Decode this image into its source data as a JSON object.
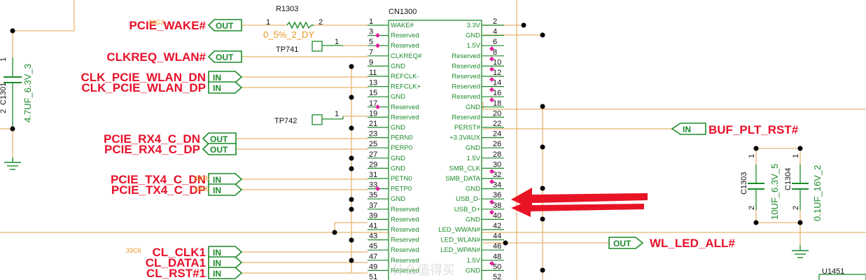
{
  "connector": {
    "ref": "CN1300",
    "left_pins": [
      {
        "num": "1",
        "name": "WAKE#"
      },
      {
        "num": "3",
        "name": "Reserved"
      },
      {
        "num": "5",
        "name": "Reserved"
      },
      {
        "num": "7",
        "name": "CLKREQ#"
      },
      {
        "num": "9",
        "name": "GND"
      },
      {
        "num": "11",
        "name": "REFCLK-"
      },
      {
        "num": "13",
        "name": "REFCLK+"
      },
      {
        "num": "15",
        "name": "GND"
      },
      {
        "num": "17",
        "name": "Reserved"
      },
      {
        "num": "19",
        "name": "Reserved"
      },
      {
        "num": "21",
        "name": "GND"
      },
      {
        "num": "23",
        "name": "PERN0"
      },
      {
        "num": "25",
        "name": "PERP0"
      },
      {
        "num": "27",
        "name": "GND"
      },
      {
        "num": "29",
        "name": "GND"
      },
      {
        "num": "31",
        "name": "PETN0"
      },
      {
        "num": "33",
        "name": "PETP0"
      },
      {
        "num": "35",
        "name": "GND"
      },
      {
        "num": "37",
        "name": "Reserved"
      },
      {
        "num": "39",
        "name": "Reserved"
      },
      {
        "num": "41",
        "name": "Reserved"
      },
      {
        "num": "43",
        "name": "Reserved"
      },
      {
        "num": "45",
        "name": "Reserved"
      },
      {
        "num": "47",
        "name": "Reserved"
      },
      {
        "num": "49",
        "name": "Reserved"
      },
      {
        "num": "51",
        "name": ""
      }
    ],
    "right_pins": [
      {
        "num": "2",
        "name": "3.3V"
      },
      {
        "num": "4",
        "name": "GND"
      },
      {
        "num": "6",
        "name": "1.5V"
      },
      {
        "num": "8",
        "name": "Reserved"
      },
      {
        "num": "10",
        "name": "Reserved"
      },
      {
        "num": "12",
        "name": "Reserved"
      },
      {
        "num": "14",
        "name": "Reserved"
      },
      {
        "num": "16",
        "name": "Reserved"
      },
      {
        "num": "18",
        "name": "GND"
      },
      {
        "num": "20",
        "name": "Reserved"
      },
      {
        "num": "22",
        "name": "PERST#"
      },
      {
        "num": "24",
        "name": "+3.3VAUX"
      },
      {
        "num": "26",
        "name": "GND"
      },
      {
        "num": "28",
        "name": "1.5V"
      },
      {
        "num": "30",
        "name": "SMB_CLK"
      },
      {
        "num": "32",
        "name": "SMB_DATA"
      },
      {
        "num": "34",
        "name": "GND"
      },
      {
        "num": "36",
        "name": "USB_D-"
      },
      {
        "num": "38",
        "name": "USB_D+"
      },
      {
        "num": "40",
        "name": "GND"
      },
      {
        "num": "42",
        "name": "LED_WWAN#"
      },
      {
        "num": "44",
        "name": "LED_WLAN#"
      },
      {
        "num": "46",
        "name": "LED_WPAN#"
      },
      {
        "num": "48",
        "name": "1.5V"
      },
      {
        "num": "50",
        "name": "GND"
      },
      {
        "num": "52",
        "name": ""
      }
    ]
  },
  "nets_left": [
    {
      "label": "PCIE_WAKE#",
      "dir": "OUT"
    },
    {
      "label": "CLKREQ_WLAN#",
      "dir": "OUT"
    },
    {
      "label": "CLK_PCIE_WLAN_DN",
      "dir": "IN"
    },
    {
      "label": "CLK_PCIE_WLAN_DP",
      "dir": "IN"
    },
    {
      "label": "PCIE_RX4_C_DN",
      "dir": "OUT"
    },
    {
      "label": "PCIE_RX4_C_DP",
      "dir": "OUT"
    },
    {
      "label": "PCIE_TX4_C_DN",
      "dir": "IN"
    },
    {
      "label": "PCIE_TX4_C_DP",
      "dir": "IN"
    },
    {
      "label": "CL_CLK1",
      "dir": "IN"
    },
    {
      "label": "CL_DATA1",
      "dir": "IN"
    },
    {
      "label": "CL_RST#1",
      "dir": "IN"
    }
  ],
  "nets_right": [
    {
      "label": "BUF_PLT_RST#",
      "dir": "IN"
    },
    {
      "label": "WL_LED_ALL#",
      "dir": "OUT"
    }
  ],
  "small_labels": {
    "wake": "34G3",
    "tx_dn": "33D6",
    "tx_dp": "33D6",
    "cl": "33C6"
  },
  "resistor": {
    "ref": "R1303",
    "value": "0_5%_2_DY",
    "pin1": "1",
    "pin2": "2"
  },
  "testpoints": [
    {
      "ref": "TP741",
      "pin": "1"
    },
    {
      "ref": "TP742",
      "pin": "1"
    }
  ],
  "caps": [
    {
      "ref": "C1301",
      "value": "4.7UF_6.3V_3",
      "pin1": "1",
      "pin2": "2"
    },
    {
      "ref": "C1303",
      "value": "10UF_6.3V_5",
      "pin1": "1",
      "pin2": "2"
    },
    {
      "ref": "C1304",
      "value": "0.1UF_16V_2",
      "pin1": "1",
      "pin2": "2"
    }
  ],
  "ic": {
    "ref": "U1451"
  },
  "watermark": "什么值得买",
  "colors": {
    "net_label": "#e8102a",
    "schematic_line": "#1c8a2a",
    "wire": "#e8b36e",
    "nc_marker": "#e0219c",
    "arrow": "#e81425"
  }
}
